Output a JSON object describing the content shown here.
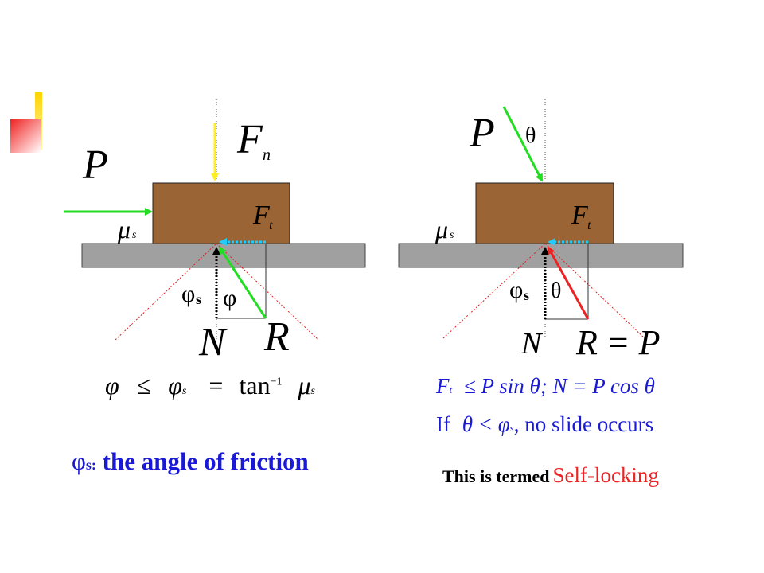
{
  "left_diagram": {
    "labels": {
      "P": "P",
      "Fn_main": "F",
      "Fn_sub": "n",
      "Ft_main": "F",
      "Ft_sub": "t",
      "mu_main": "μ",
      "mu_sub": "s",
      "phi_s_main": "φ",
      "phi_s_sub": "s",
      "phi": "φ",
      "N": "N",
      "R": "R"
    },
    "formula": {
      "phi": "φ",
      "leq": "≤",
      "phi_s": "φ",
      "phi_s_sub": "s",
      "eq": "=",
      "tan": "tan",
      "tan_sup": "−1",
      "mu": "μ",
      "mu_sub": "s"
    },
    "caption": {
      "sym": "φ",
      "sub": "s:",
      "text": "the angle of friction"
    }
  },
  "right_diagram": {
    "labels": {
      "P": "P",
      "theta_top": "θ",
      "Ft_main": "F",
      "Ft_sub": "t",
      "mu_main": "μ",
      "mu_sub": "s",
      "phi_s_main": "φ",
      "phi_s_sub": "s",
      "theta_bottom": "θ",
      "N": "N",
      "R_eq_P": "R = P"
    },
    "formula1": {
      "Ft_main": "F",
      "Ft_sub": "t",
      "rest": "≤ P sin θ; N = P cos θ"
    },
    "formula2": {
      "if": "If",
      "cond": "θ < φ",
      "sub": "s",
      "rest": ", no slide occurs"
    },
    "note": {
      "prefix": "This is termed",
      "highlight": "Self-locking"
    }
  },
  "colors": {
    "block": "#9a6434",
    "ground": "#a0a0a0",
    "green": "#22dd22",
    "yellow": "#ffee22",
    "cyan": "#22ccff",
    "red": "#ee2222",
    "blue_text": "#1a1ad6",
    "deco_yellow": "#ffcc00",
    "deco_red": "#ee3333"
  }
}
